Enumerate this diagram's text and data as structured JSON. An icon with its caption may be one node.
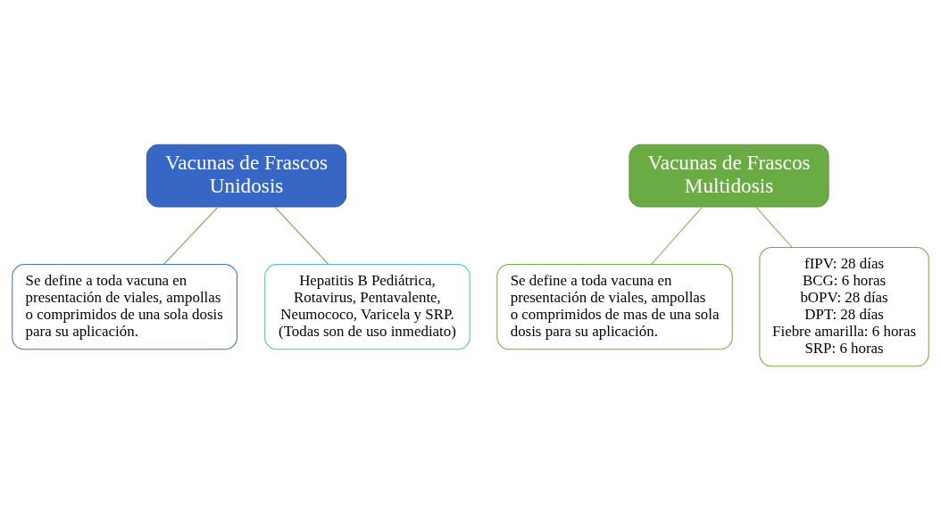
{
  "diagram": {
    "nodes": [
      {
        "text": [
          "Vacunas de Frascos Unidosis"
        ]
      },
      {
        "text": [
          "Se define a toda vacuna en presentación de viales, ampollas o comprimidos de una sola dosis para su aplicación."
        ]
      },
      {
        "text": [
          "Hepatitis B Pediátrica, Rotavirus, Pentavalente, Neumococo, Varicela y SRP. (Todas son de uso inmediato)"
        ]
      },
      {
        "text": [
          "Vacunas de Frascos Multidosis"
        ]
      },
      {
        "text": [
          "Se define a toda vacuna en presentación de viales, ampollas o comprimidos de mas de una sola dosis para su aplicación."
        ]
      },
      {
        "text": [
          "fIPV: 28 días",
          "BCG: 6 horas",
          "bOPV: 28 días",
          "DPT: 28 días",
          "Fiebre amarilla: 6 horas",
          "SRP: 6 horas"
        ]
      }
    ],
    "edges": [
      {
        "from": 0,
        "to": 1,
        "arrow": "none"
      },
      {
        "from": 0,
        "to": 2,
        "arrow": "none"
      },
      {
        "from": 3,
        "to": 4,
        "arrow": "none",
        "color": "#8fbf6a"
      },
      {
        "from": 3,
        "to": 5,
        "arrow": "none",
        "color": "#8fbf6a"
      }
    ]
  }
}
